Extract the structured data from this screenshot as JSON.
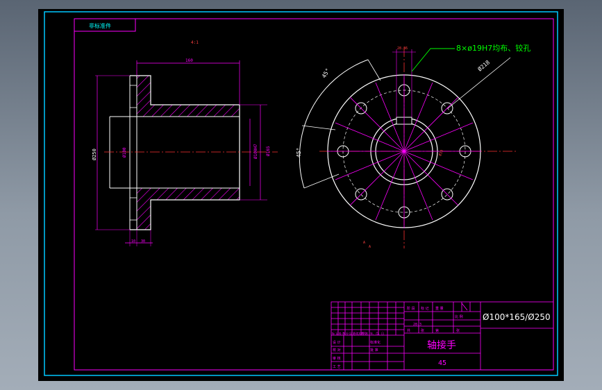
{
  "drawing": {
    "label_tab": "非标准件",
    "scale_mark": "4:1",
    "section_mark_a": "A",
    "left_view": {
      "dim_top": "160",
      "dim_outer_vertical": "Ø250",
      "dim_bore_left": "Ø100",
      "dim_inner": "Ø100H7",
      "dim_right": "Ø165",
      "dim_bottom_1": "10",
      "dim_bottom_2": "30"
    },
    "right_view": {
      "hole_note": "8×ø19H7均布、铰孔",
      "angle_top": "45°",
      "angle_left": "45°",
      "dim_pcd": "Ø218",
      "dim_key_width": "28.36",
      "dim_key_depth": "Ø19"
    }
  },
  "title_block": {
    "mark_cells": [
      "标 记",
      "处 数",
      "分 区",
      "更改文件号",
      "签 名",
      "年、月、日"
    ],
    "role_cells": [
      "设 计",
      "校 对",
      "审 核",
      "工 艺"
    ],
    "role_cells_mid": [
      "标准化",
      "批 准"
    ],
    "stage_headers": [
      "阶 段",
      "标 记",
      "重 量",
      "比 例"
    ],
    "weight_value": "28.3",
    "sheet_headers": [
      "共",
      "张",
      "第",
      "张"
    ],
    "spec": "Ø100*165/Ø250",
    "part_name": "轴接手",
    "material": "45"
  }
}
